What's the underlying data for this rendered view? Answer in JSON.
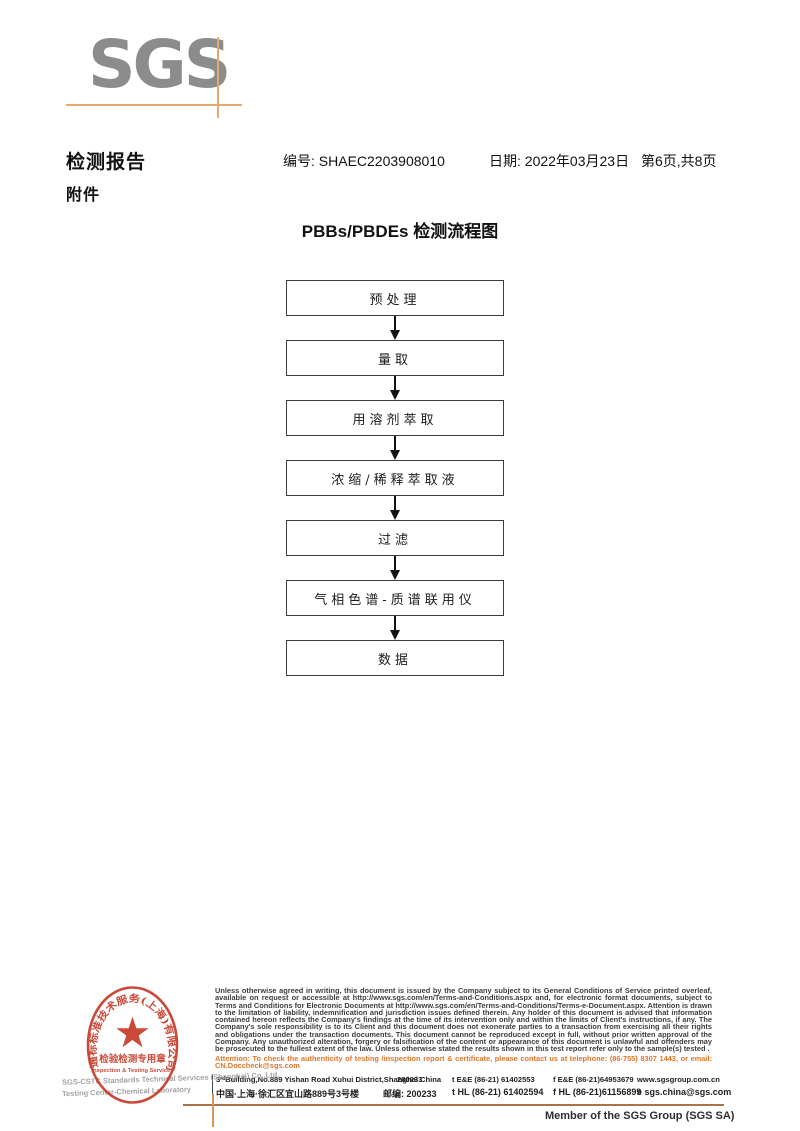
{
  "logo": {
    "text": "SGS"
  },
  "header": {
    "report_title": "检测报告",
    "no_label": "编号:",
    "no_value": "SHAEC2203908010",
    "date_label": "日期:",
    "date_value": "2022年03月23日",
    "page_info": "第6页,共8页",
    "attachment": "附件"
  },
  "flowchart": {
    "title": "PBBs/PBDEs 检测流程图",
    "steps": [
      "预处理",
      "量取",
      "用溶剂萃取",
      "浓缩/稀释萃取液",
      "过滤",
      "气相色谱-质谱联用仪",
      "数据"
    ]
  },
  "stamp": {
    "ring_text": "通标标准技术服务(上海)有限公司",
    "star": "★",
    "line1": "检验检测专用章",
    "line2": "Inspection & Testing Services",
    "company_line1": "SGS-CSTC Standards Technical Services (Shanghai) Co.,Ltd.",
    "company_line2": "Testing Center-Chemical Laboratory",
    "color": "#c73a28"
  },
  "footer": {
    "legal_text": "Unless otherwise agreed in writing, this document is issued by the Company subject to its General Conditions of Service printed overleaf, available on request or accessible at http://www.sgs.com/en/Terms-and-Conditions.aspx and, for electronic format documents, subject to Terms and Conditions for Electronic Documents at http://www.sgs.com/en/Terms-and-Conditions/Terms-e-Document.aspx. Attention is drawn to the limitation of liability, indemnification and jurisdiction issues defined therein. Any holder of this document is advised that information contained hereon reflects the Company's findings at the time of its intervention only and within the limits of Client's instructions, if any. The Company's sole responsibility is to its Client and this document does not exonerate parties to a transaction from exercising all their rights and obligations under the transaction documents. This document cannot be reproduced except in full, without prior written approval of the Company. Any unauthorized alteration, forgery or falsification of the content or appearance of this document is unlawful and offenders may be prosecuted to the fullest extent of the law. Unless otherwise stated the results shown in this test report refer only to the sample(s) tested .",
    "attention_text": "Attention: To check the authenticity of testing /inspection report & certificate, please contact us at telephone: (86-755) 8307 1443, or email: CN.Doccheck@sgs.com",
    "address_en": {
      "address": "3ʳᵈBuilding,No.889 Yishan Road Xuhui District,Shanghai China",
      "postcode": "200233",
      "tel": "t E&E (86-21) 61402553",
      "fax": "f E&E (86-21)64953679",
      "web": "www.sgsgroup.com.cn"
    },
    "address_cn": {
      "address": "中国·上海·徐汇区宜山路889号3号楼",
      "postcode_label": "邮编:",
      "postcode": "200233",
      "tel": "t HL (86-21) 61402594",
      "fax": "f HL (86-21)61156899",
      "email": "e sgs.china@sgs.com"
    },
    "member_text": "Member of the SGS Group (SGS SA)"
  }
}
